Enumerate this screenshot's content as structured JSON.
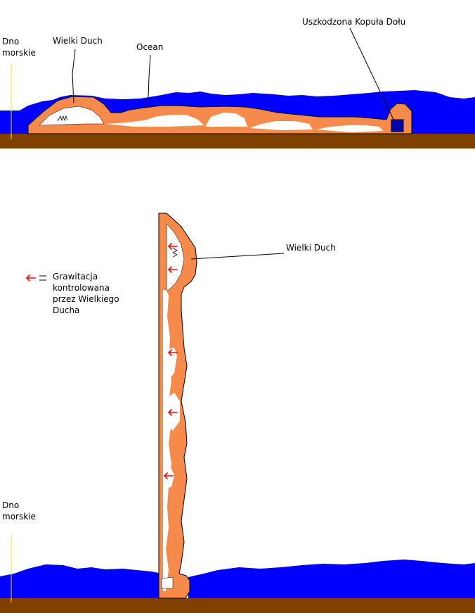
{
  "colors": {
    "ocean": "#0000ff",
    "seabed": "#804000",
    "structure": "#f58a4a",
    "gravity_arrow": "#ff0000",
    "background": "#ffffff"
  },
  "labels": {
    "seabed_top_line1": "Dno",
    "seabed_top_line2": "morskie",
    "great_spirit_top": "Wielki Duch",
    "ocean": "Ocean",
    "damaged_dome": "Uszkodzona Kopuła Dołu",
    "great_spirit_bottom": "Wielki Duch",
    "legend_line1": "Grawitacja",
    "legend_line2": "kontrolowana",
    "legend_line3": "przez Wielkiego",
    "legend_line4": "Ducha",
    "seabed_bottom_line1": "Dno",
    "seabed_bottom_line2": "morskie"
  },
  "legend": {
    "icon": "red-arrow-left-icon"
  }
}
